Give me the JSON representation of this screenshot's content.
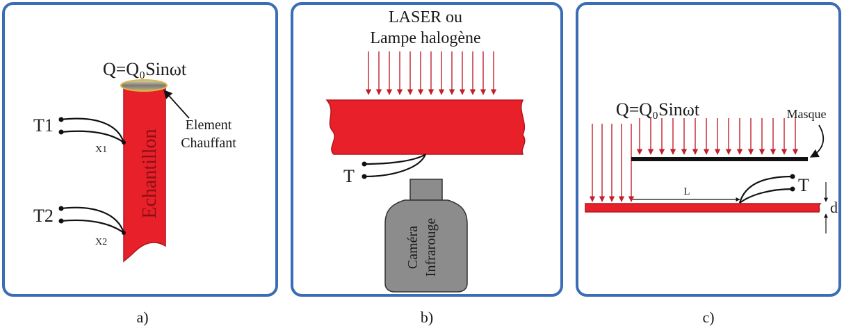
{
  "colors": {
    "frame": "#3a6db5",
    "sample": "#e8202a",
    "arrows": "#c0202a",
    "camera": "#8c8c8c"
  },
  "panel_a": {
    "caption": "a)",
    "source_label": "Q=Q₀Sinωt",
    "heater_label_line1": "Element",
    "heater_label_line2": "Chauffant",
    "sample_label": "Echantillon",
    "probe1_label": "T1",
    "probe1_pos": "X1",
    "probe2_label": "T2",
    "probe2_pos": "X2"
  },
  "panel_b": {
    "caption": "b)",
    "source_line1": "LASER ou",
    "source_line2": "Lampe halogène",
    "probe_label": "T",
    "camera_line1": "Caméra",
    "camera_line2": "Infrarouge"
  },
  "panel_c": {
    "caption": "c)",
    "source_label": "Q=Q₀Sinωt",
    "mask_label": "Masque",
    "distance_label": "L",
    "probe_label": "T",
    "thickness_label": "d"
  }
}
